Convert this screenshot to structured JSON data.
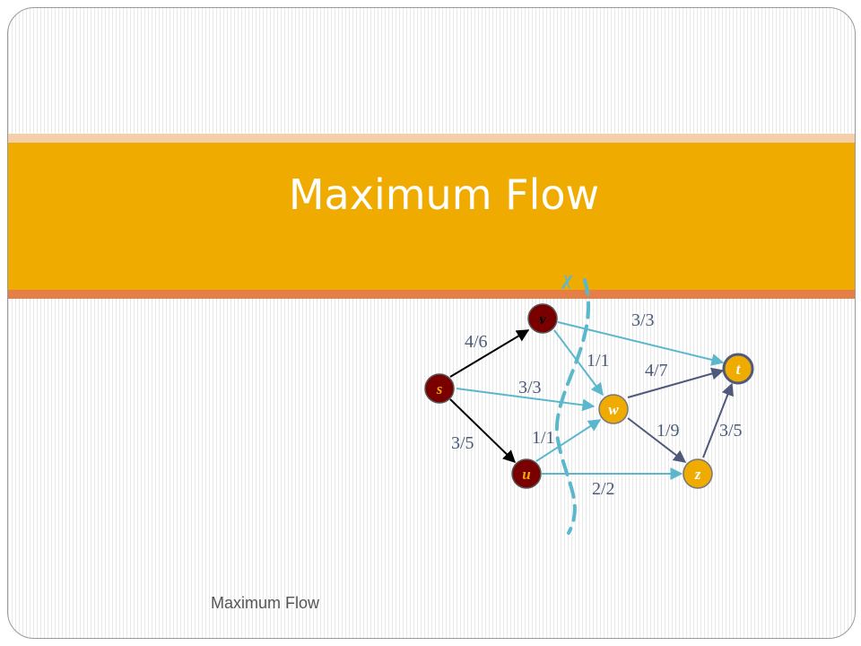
{
  "slide": {
    "title": "Maximum Flow",
    "footer": "Maximum Flow"
  },
  "colors": {
    "band": "#efab00",
    "band_top": "#f5ceaa",
    "band_bottom": "#e67e47",
    "node_dark": "#7a0000",
    "node_light": "#f0ab00",
    "edge_blue": "#5bb8cc",
    "edge_gray": "#4f5a7a",
    "edge_black": "#000000"
  },
  "graph": {
    "cut_label": "χ",
    "nodes": [
      {
        "id": "v",
        "label": "v"
      },
      {
        "id": "s",
        "label": "s"
      },
      {
        "id": "u",
        "label": "u"
      },
      {
        "id": "w",
        "label": "w"
      },
      {
        "id": "t",
        "label": "t"
      },
      {
        "id": "z",
        "label": "z"
      }
    ],
    "edges": [
      {
        "from": "s",
        "to": "v",
        "label": "4/6"
      },
      {
        "from": "s",
        "to": "w",
        "label": "3/3"
      },
      {
        "from": "s",
        "to": "u",
        "label": "3/5"
      },
      {
        "from": "v",
        "to": "t",
        "label": "3/3"
      },
      {
        "from": "v",
        "to": "w",
        "label": "1/1"
      },
      {
        "from": "u",
        "to": "w",
        "label": "1/1"
      },
      {
        "from": "u",
        "to": "z",
        "label": "2/2"
      },
      {
        "from": "w",
        "to": "t",
        "label": "4/7"
      },
      {
        "from": "w",
        "to": "z",
        "label": "1/9"
      },
      {
        "from": "z",
        "to": "t",
        "label": "3/5"
      }
    ]
  }
}
